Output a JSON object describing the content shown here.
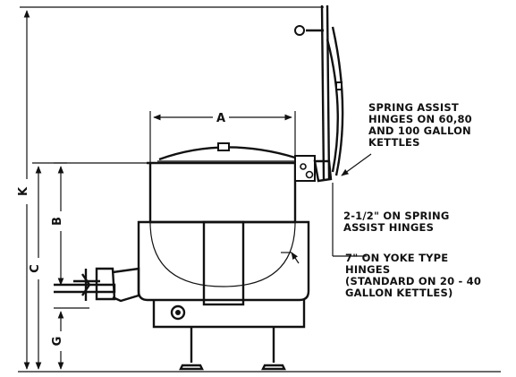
{
  "dimensions": {
    "a": "A",
    "b": "B",
    "c": "C",
    "g": "G",
    "k": "K"
  },
  "notes": {
    "spring_assist": [
      "SPRING ASSIST",
      "HINGES ON 60,80",
      "AND 100 GALLON",
      "KETTLES"
    ],
    "clearance_spring": [
      "2-1/2\" ON SPRING",
      "ASSIST HINGES"
    ],
    "clearance_yoke": [
      "7\" ON YOKE TYPE",
      "HINGES",
      "(STANDARD ON 20 - 40",
      "GALLON KETTLES)"
    ]
  }
}
